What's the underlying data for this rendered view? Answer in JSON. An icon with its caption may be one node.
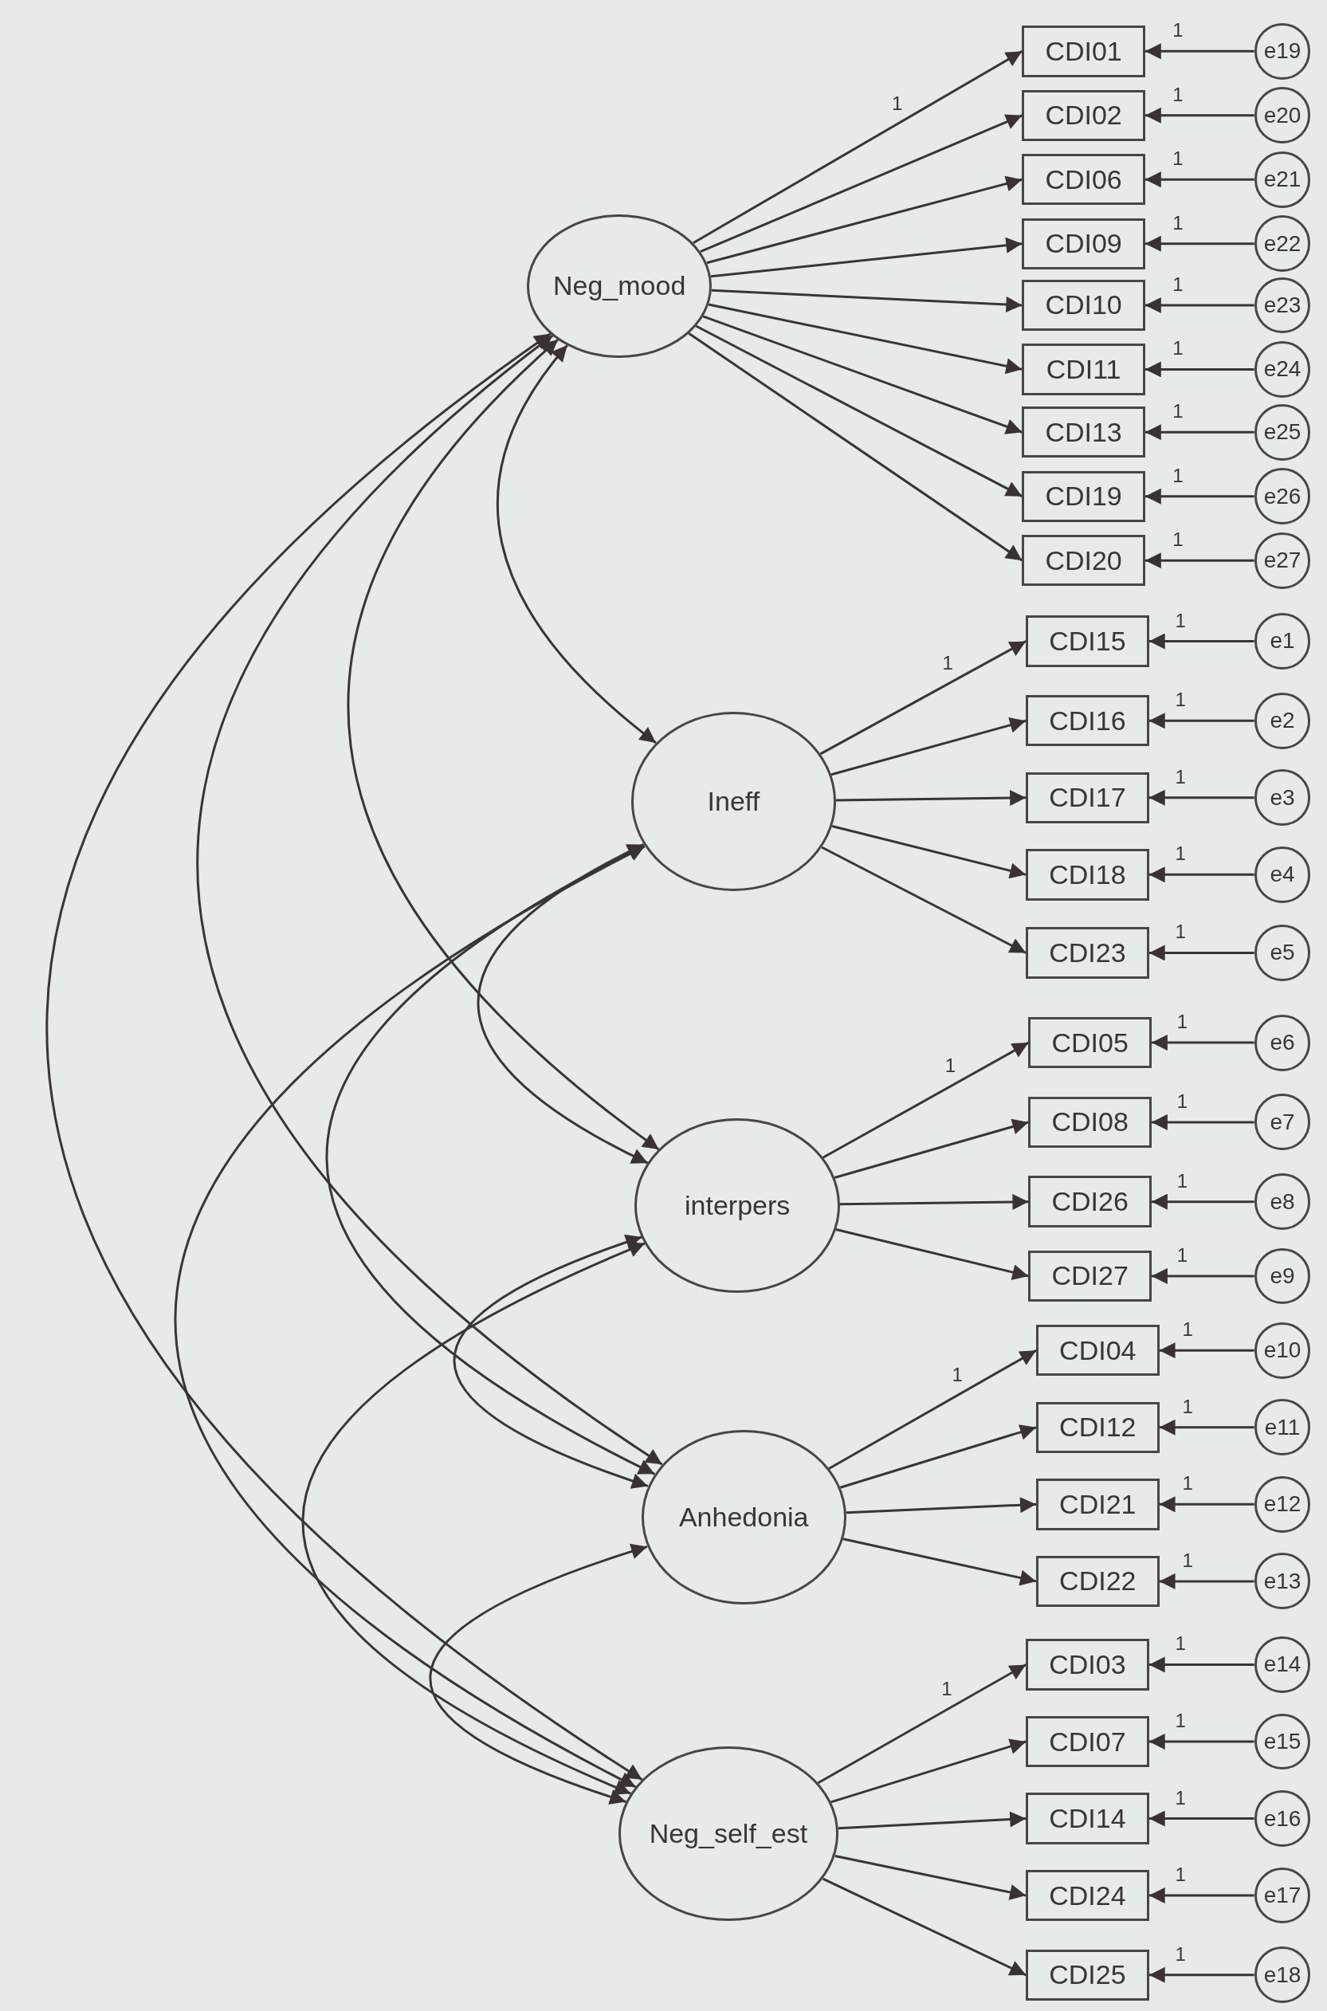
{
  "diagram": {
    "nodes": [
      {
        "text": [
          "Neg_mood"
        ]
      },
      {
        "text": [
          "Ineff"
        ]
      },
      {
        "text": [
          "interpers"
        ]
      },
      {
        "text": [
          "Anhedonia"
        ]
      },
      {
        "text": [
          "Neg_self_est"
        ]
      },
      {
        "text": [
          "CDI01"
        ]
      },
      {
        "text": [
          "CDI02"
        ]
      },
      {
        "text": [
          "CDI06"
        ]
      },
      {
        "text": [
          "CDI09"
        ]
      },
      {
        "text": [
          "CDI10"
        ]
      },
      {
        "text": [
          "CDI11"
        ]
      },
      {
        "text": [
          "CDI13"
        ]
      },
      {
        "text": [
          "CDI19"
        ]
      },
      {
        "text": [
          "CDI20"
        ]
      },
      {
        "text": [
          "CDI15"
        ]
      },
      {
        "text": [
          "CDI16"
        ]
      },
      {
        "text": [
          "CDI17"
        ]
      },
      {
        "text": [
          "CDI18"
        ]
      },
      {
        "text": [
          "CDI23"
        ]
      },
      {
        "text": [
          "CDI05"
        ]
      },
      {
        "text": [
          "CDI08"
        ]
      },
      {
        "text": [
          "CDI26"
        ]
      },
      {
        "text": [
          "CDI27"
        ]
      },
      {
        "text": [
          "CDI04"
        ]
      },
      {
        "text": [
          "CDI12"
        ]
      },
      {
        "text": [
          "CDI21"
        ]
      },
      {
        "text": [
          "CDI22"
        ]
      },
      {
        "text": [
          "CDI03"
        ]
      },
      {
        "text": [
          "CDI07"
        ]
      },
      {
        "text": [
          "CDI14"
        ]
      },
      {
        "text": [
          "CDI24"
        ]
      },
      {
        "text": [
          "CDI25"
        ]
      },
      {
        "text": [
          "e19"
        ]
      },
      {
        "text": [
          "e20"
        ]
      },
      {
        "text": [
          "e21"
        ]
      },
      {
        "text": [
          "e22"
        ]
      },
      {
        "text": [
          "e23"
        ]
      },
      {
        "text": [
          "e24"
        ]
      },
      {
        "text": [
          "e25"
        ]
      },
      {
        "text": [
          "e26"
        ]
      },
      {
        "text": [
          "e27"
        ]
      },
      {
        "text": [
          "e1"
        ]
      },
      {
        "text": [
          "e2"
        ]
      },
      {
        "text": [
          "e3"
        ]
      },
      {
        "text": [
          "e4"
        ]
      },
      {
        "text": [
          "e5"
        ]
      },
      {
        "text": [
          "e6"
        ]
      },
      {
        "text": [
          "e7"
        ]
      },
      {
        "text": [
          "e8"
        ]
      },
      {
        "text": [
          "e9"
        ]
      },
      {
        "text": [
          "e10"
        ]
      },
      {
        "text": [
          "e11"
        ]
      },
      {
        "text": [
          "e12"
        ]
      },
      {
        "text": [
          "e13"
        ]
      },
      {
        "text": [
          "e14"
        ]
      },
      {
        "text": [
          "e15"
        ]
      },
      {
        "text": [
          "e16"
        ]
      },
      {
        "text": [
          "e17"
        ]
      },
      {
        "text": [
          "e18"
        ]
      }
    ],
    "edges": [
      {
        "from": 0,
        "to": 5,
        "arrow": "to",
        "label": "1"
      },
      {
        "from": 0,
        "to": 6,
        "arrow": "to"
      },
      {
        "from": 0,
        "to": 7,
        "arrow": "to"
      },
      {
        "from": 0,
        "to": 8,
        "arrow": "to"
      },
      {
        "from": 0,
        "to": 9,
        "arrow": "to"
      },
      {
        "from": 0,
        "to": 10,
        "arrow": "to"
      },
      {
        "from": 0,
        "to": 11,
        "arrow": "to"
      },
      {
        "from": 0,
        "to": 12,
        "arrow": "to"
      },
      {
        "from": 0,
        "to": 13,
        "arrow": "to"
      },
      {
        "from": 1,
        "to": 14,
        "arrow": "to",
        "label": "1"
      },
      {
        "from": 1,
        "to": 15,
        "arrow": "to"
      },
      {
        "from": 1,
        "to": 16,
        "arrow": "to"
      },
      {
        "from": 1,
        "to": 17,
        "arrow": "to"
      },
      {
        "from": 1,
        "to": 18,
        "arrow": "to"
      },
      {
        "from": 2,
        "to": 19,
        "arrow": "to",
        "label": "1"
      },
      {
        "from": 2,
        "to": 20,
        "arrow": "to"
      },
      {
        "from": 2,
        "to": 21,
        "arrow": "to"
      },
      {
        "from": 2,
        "to": 22,
        "arrow": "to"
      },
      {
        "from": 3,
        "to": 23,
        "arrow": "to",
        "label": "1"
      },
      {
        "from": 3,
        "to": 24,
        "arrow": "to"
      },
      {
        "from": 3,
        "to": 25,
        "arrow": "to"
      },
      {
        "from": 3,
        "to": 26,
        "arrow": "to"
      },
      {
        "from": 4,
        "to": 27,
        "arrow": "to",
        "label": "1"
      },
      {
        "from": 4,
        "to": 28,
        "arrow": "to"
      },
      {
        "from": 4,
        "to": 29,
        "arrow": "to"
      },
      {
        "from": 4,
        "to": 30,
        "arrow": "to"
      },
      {
        "from": 4,
        "to": 31,
        "arrow": "to"
      },
      {
        "from": 32,
        "to": 5,
        "arrow": "to",
        "label": "1"
      },
      {
        "from": 33,
        "to": 6,
        "arrow": "to",
        "label": "1"
      },
      {
        "from": 34,
        "to": 7,
        "arrow": "to",
        "label": "1"
      },
      {
        "from": 35,
        "to": 8,
        "arrow": "to",
        "label": "1"
      },
      {
        "from": 36,
        "to": 9,
        "arrow": "to",
        "label": "1"
      },
      {
        "from": 37,
        "to": 10,
        "arrow": "to",
        "label": "1"
      },
      {
        "from": 38,
        "to": 11,
        "arrow": "to",
        "label": "1"
      },
      {
        "from": 39,
        "to": 12,
        "arrow": "to",
        "label": "1"
      },
      {
        "from": 40,
        "to": 13,
        "arrow": "to",
        "label": "1"
      },
      {
        "from": 41,
        "to": 14,
        "arrow": "to",
        "label": "1"
      },
      {
        "from": 42,
        "to": 15,
        "arrow": "to",
        "label": "1"
      },
      {
        "from": 43,
        "to": 16,
        "arrow": "to",
        "label": "1"
      },
      {
        "from": 44,
        "to": 17,
        "arrow": "to",
        "label": "1"
      },
      {
        "from": 45,
        "to": 18,
        "arrow": "to",
        "label": "1"
      },
      {
        "from": 46,
        "to": 19,
        "arrow": "to",
        "label": "1"
      },
      {
        "from": 47,
        "to": 20,
        "arrow": "to",
        "label": "1"
      },
      {
        "from": 48,
        "to": 21,
        "arrow": "to",
        "label": "1"
      },
      {
        "from": 49,
        "to": 22,
        "arrow": "to",
        "label": "1"
      },
      {
        "from": 50,
        "to": 23,
        "arrow": "to",
        "label": "1"
      },
      {
        "from": 51,
        "to": 24,
        "arrow": "to",
        "label": "1"
      },
      {
        "from": 52,
        "to": 25,
        "arrow": "to",
        "label": "1"
      },
      {
        "from": 53,
        "to": 26,
        "arrow": "to",
        "label": "1"
      },
      {
        "from": 54,
        "to": 27,
        "arrow": "to",
        "label": "1"
      },
      {
        "from": 55,
        "to": 28,
        "arrow": "to",
        "label": "1"
      },
      {
        "from": 56,
        "to": 29,
        "arrow": "to",
        "label": "1"
      },
      {
        "from": 57,
        "to": 30,
        "arrow": "to",
        "label": "1"
      },
      {
        "from": 58,
        "to": 31,
        "arrow": "to",
        "label": "1"
      },
      {
        "from": 0,
        "to": 1,
        "arrow": "both"
      },
      {
        "from": 0,
        "to": 2,
        "arrow": "both"
      },
      {
        "from": 0,
        "to": 3,
        "arrow": "both"
      },
      {
        "from": 0,
        "to": 4,
        "arrow": "both"
      },
      {
        "from": 1,
        "to": 2,
        "arrow": "both"
      },
      {
        "from": 1,
        "to": 3,
        "arrow": "both"
      },
      {
        "from": 1,
        "to": 4,
        "arrow": "both"
      },
      {
        "from": 2,
        "to": 3,
        "arrow": "both"
      },
      {
        "from": 2,
        "to": 4,
        "arrow": "both"
      },
      {
        "from": 3,
        "to": 4,
        "arrow": "both"
      }
    ]
  }
}
